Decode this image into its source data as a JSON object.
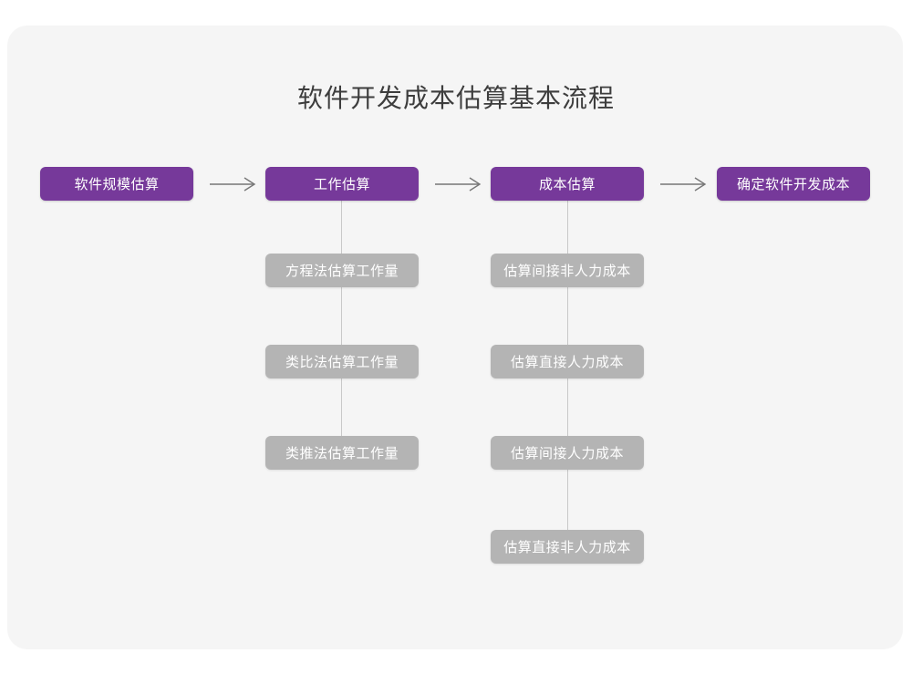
{
  "page": {
    "title": "软件开发成本估算基本流程",
    "background": "#ffffff",
    "card_background": "#f5f5f5",
    "primary_color": "#76399a",
    "secondary_color": "#b4b4b4",
    "connector_color": "#c9c9c9",
    "title_color": "#3d3d3d"
  },
  "flow": {
    "main_steps": [
      {
        "label": "软件规模估算"
      },
      {
        "label": "工作估算"
      },
      {
        "label": "成本估算"
      },
      {
        "label": "确定软件开发成本"
      }
    ],
    "arrows": [
      {
        "name": "arrow-1",
        "glyph": "→"
      },
      {
        "name": "arrow-2",
        "glyph": "→"
      },
      {
        "name": "arrow-3",
        "glyph": "→"
      }
    ],
    "branches": [
      {
        "parent": "工作估算",
        "items": [
          {
            "label": "方程法估算工作量"
          },
          {
            "label": "类比法估算工作量"
          },
          {
            "label": "类推法估算工作量"
          }
        ]
      },
      {
        "parent": "成本估算",
        "items": [
          {
            "label": "估算间接非人力成本"
          },
          {
            "label": "估算直接人力成本"
          },
          {
            "label": "估算间接人力成本"
          },
          {
            "label": "估算直接非人力成本"
          }
        ]
      }
    ]
  }
}
